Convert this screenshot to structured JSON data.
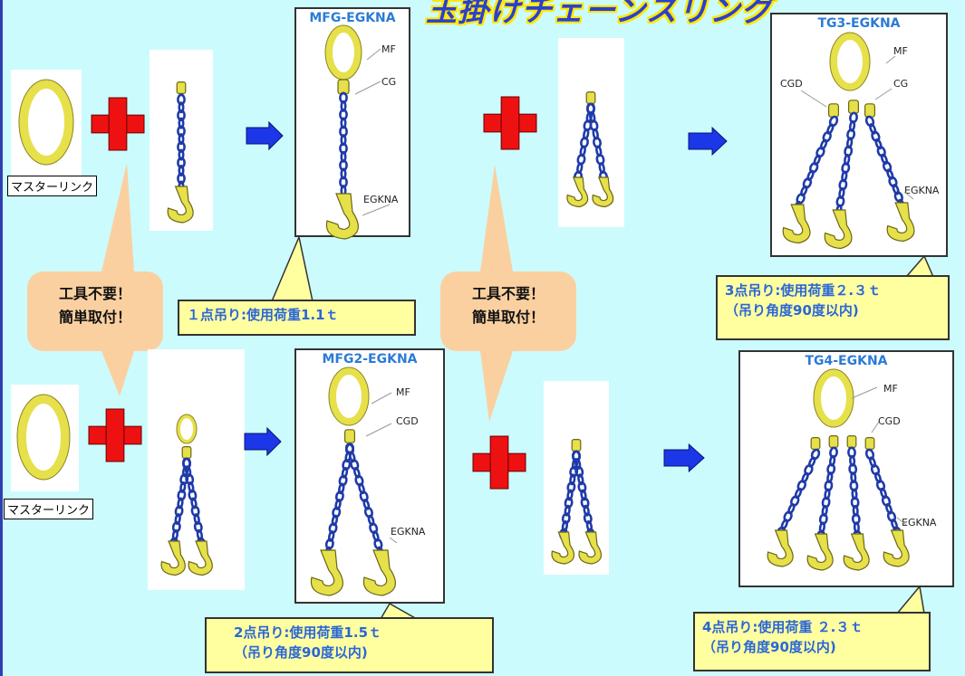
{
  "title": "玉掛けチェーンスリング",
  "labels": {
    "master_link_top": "マスターリンク",
    "master_link_bottom": "マスターリンク",
    "no_tools_1_line1": "工具不要！",
    "no_tools_1_line2": "簡単取付！",
    "no_tools_2_line1": "工具不要！",
    "no_tools_2_line2": "簡単取付！"
  },
  "products": {
    "mfg": {
      "title": "MFG-EGKNA",
      "parts": [
        "MF",
        "CG",
        "EGKNA"
      ],
      "spec_line1": "１点吊り:使用荷重1.1ｔ",
      "spec_line2": ""
    },
    "mfg2": {
      "title": "MFG2-EGKNA",
      "parts": [
        "MF",
        "CGD",
        "EGKNA"
      ],
      "spec_line1": "2点吊り:使用荷重1.5ｔ",
      "spec_line2": "（吊り角度90度以内)"
    },
    "tg3": {
      "title": "TG3-EGKNA",
      "parts": [
        "MF",
        "CGD",
        "CG",
        "EGKNA"
      ],
      "spec_line1": "3点吊り:使用荷重２.３ｔ",
      "spec_line2": "（吊り角度90度以内)"
    },
    "tg4": {
      "title": "TG4-EGKNA",
      "parts": [
        "MF",
        "CGD",
        "EGKNA"
      ],
      "spec_line1": "4点吊り:使用荷重 ２.３ｔ",
      "spec_line2": "（吊り角度90度以内)"
    }
  },
  "colors": {
    "background": "#ccfbfd",
    "plus": "#ee1111",
    "arrow": "#1c37e8",
    "bubble": "#fbd0a0",
    "callout": "#ffffa0",
    "chain": "#1f3aa8",
    "hardware": "#e6e04a"
  }
}
